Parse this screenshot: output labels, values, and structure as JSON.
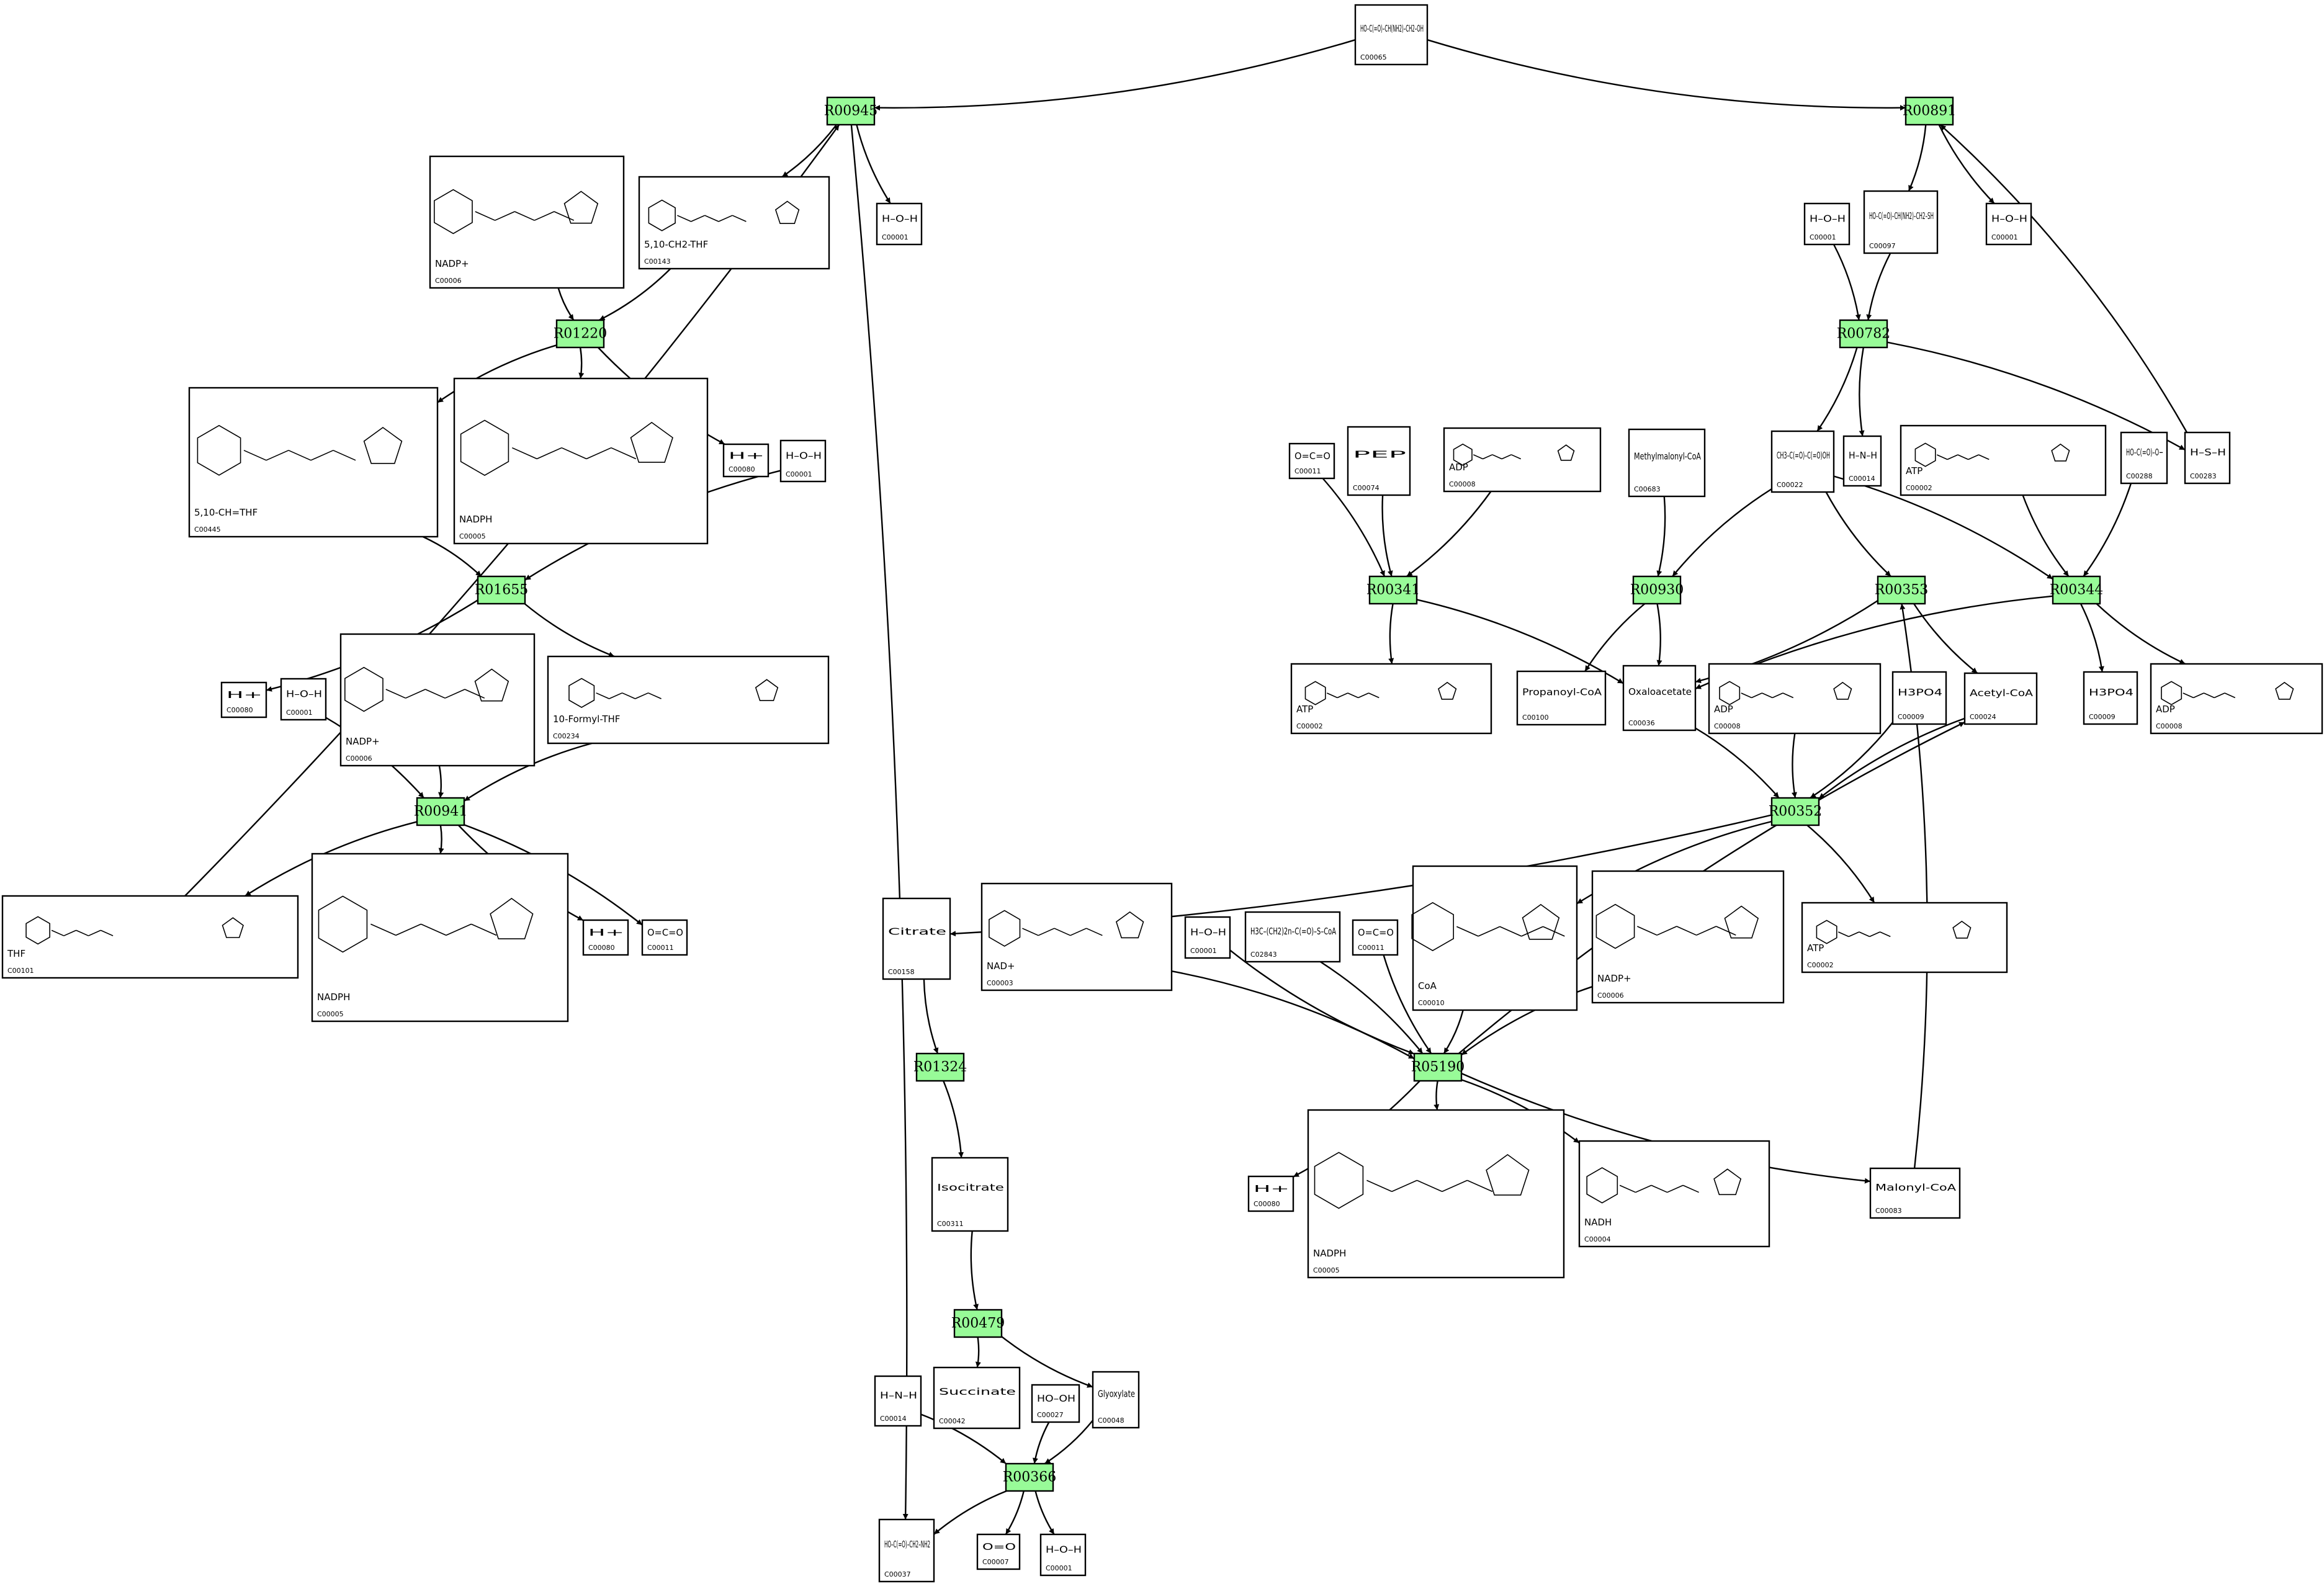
{
  "reactions": [
    {
      "id": "R00945",
      "label": "R00945"
    },
    {
      "id": "R00891",
      "label": "R00891"
    },
    {
      "id": "R01220",
      "label": "R01220"
    },
    {
      "id": "R00782",
      "label": "R00782"
    },
    {
      "id": "R01655",
      "label": "R01655"
    },
    {
      "id": "R00341",
      "label": "R00341"
    },
    {
      "id": "R00930",
      "label": "R00930"
    },
    {
      "id": "R00353",
      "label": "R00353"
    },
    {
      "id": "R00344",
      "label": "R00344"
    },
    {
      "id": "R00941",
      "label": "R00941"
    },
    {
      "id": "R00352",
      "label": "R00352"
    },
    {
      "id": "R01324",
      "label": "R01324"
    },
    {
      "id": "R05190",
      "label": "R05190"
    },
    {
      "id": "R00479",
      "label": "R00479"
    },
    {
      "id": "R00366",
      "label": "R00366"
    }
  ],
  "compounds": [
    {
      "key": "n_C00065",
      "id": "C00065",
      "formula": "HO–C(=O)–CH(NH2)–CH2–OH"
    },
    {
      "key": "n_C00001_a",
      "id": "C00001",
      "formula": "H–O–H"
    },
    {
      "key": "n_C00006_a",
      "id": "C00006",
      "formula": "NADP+"
    },
    {
      "key": "n_C00143",
      "id": "C00143",
      "formula": "5,10-CH2-THF"
    },
    {
      "key": "n_C00001_b",
      "id": "C00001",
      "formula": "H–O–H"
    },
    {
      "key": "n_C00097",
      "id": "C00097",
      "formula": "HO–C(=O)–CH(NH2)–CH2–SH"
    },
    {
      "key": "n_C00001_c",
      "id": "C00001",
      "formula": "H–O–H"
    },
    {
      "key": "n_C00445",
      "id": "C00445",
      "formula": "5,10-CH=THF"
    },
    {
      "key": "n_C00005_a",
      "id": "C00005",
      "formula": "NADPH"
    },
    {
      "key": "n_C00080_a",
      "id": "C00080",
      "formula": "H+"
    },
    {
      "key": "n_C00001_d",
      "id": "C00001",
      "formula": "H–O–H"
    },
    {
      "key": "n_C00011_a",
      "id": "C00011",
      "formula": "O=C=O"
    },
    {
      "key": "n_C00074",
      "id": "C00074",
      "formula": "PEP"
    },
    {
      "key": "n_C00008_a",
      "id": "C00008",
      "formula": "ADP"
    },
    {
      "key": "n_C00683",
      "id": "C00683",
      "formula": "Methylmalonyl-CoA"
    },
    {
      "key": "n_C00022",
      "id": "C00022",
      "formula": "CH3–C(=O)–C(=O)OH"
    },
    {
      "key": "n_C00014_a",
      "id": "C00014",
      "formula": "H–N–H"
    },
    {
      "key": "n_C00002_a",
      "id": "C00002",
      "formula": "ATP"
    },
    {
      "key": "n_C00288",
      "id": "C00288",
      "formula": "HO–C(=O)–O−"
    },
    {
      "key": "n_C00283",
      "id": "C00283",
      "formula": "H–S–H"
    },
    {
      "key": "n_C00080_b",
      "id": "C00080",
      "formula": "H+"
    },
    {
      "key": "n_C00001_e",
      "id": "C00001",
      "formula": "H–O–H"
    },
    {
      "key": "n_C00006_b",
      "id": "C00006",
      "formula": "NADP+"
    },
    {
      "key": "n_C00234",
      "id": "C00234",
      "formula": "10-Formyl-THF"
    },
    {
      "key": "n_C00002_b",
      "id": "C00002",
      "formula": "ATP"
    },
    {
      "key": "n_C00100",
      "id": "C00100",
      "formula": "Propanoyl-CoA"
    },
    {
      "key": "n_C00036",
      "id": "C00036",
      "formula": "Oxaloacetate"
    },
    {
      "key": "n_C00008_b",
      "id": "C00008",
      "formula": "ADP"
    },
    {
      "key": "n_C00009_a",
      "id": "C00009",
      "formula": "H3PO4"
    },
    {
      "key": "n_C00024",
      "id": "C00024",
      "formula": "Acetyl-CoA"
    },
    {
      "key": "n_C00009_b",
      "id": "C00009",
      "formula": "H3PO4"
    },
    {
      "key": "n_C00008_c",
      "id": "C00008",
      "formula": "ADP"
    },
    {
      "key": "n_C00101",
      "id": "C00101",
      "formula": "THF"
    },
    {
      "key": "n_C00005_b",
      "id": "C00005",
      "formula": "NADPH"
    },
    {
      "key": "n_C00080_c",
      "id": "C00080",
      "formula": "H+"
    },
    {
      "key": "n_C00011_b",
      "id": "C00011",
      "formula": "O=C=O"
    },
    {
      "key": "n_C00158",
      "id": "C00158",
      "formula": "Citrate"
    },
    {
      "key": "n_C00003",
      "id": "C00003",
      "formula": "NAD+"
    },
    {
      "key": "n_C00001_f",
      "id": "C00001",
      "formula": "H–O–H"
    },
    {
      "key": "n_C02843",
      "id": "C02843",
      "formula": "H3C–(CH2)2n–C(=O)–S–CoA"
    },
    {
      "key": "n_C00011_c",
      "id": "C00011",
      "formula": "O=C=O"
    },
    {
      "key": "n_C00010",
      "id": "C00010",
      "formula": "CoA"
    },
    {
      "key": "n_C00006_c",
      "id": "C00006",
      "formula": "NADP+"
    },
    {
      "key": "n_C00002_c",
      "id": "C00002",
      "formula": "ATP"
    },
    {
      "key": "n_C00311",
      "id": "C00311",
      "formula": "Isocitrate"
    },
    {
      "key": "n_C00080_d",
      "id": "C00080",
      "formula": "H+"
    },
    {
      "key": "n_C00005_c",
      "id": "C00005",
      "formula": "NADPH"
    },
    {
      "key": "n_C00004",
      "id": "C00004",
      "formula": "NADH"
    },
    {
      "key": "n_C00083",
      "id": "C00083",
      "formula": "Malonyl-CoA"
    },
    {
      "key": "n_C00014_b",
      "id": "C00014",
      "formula": "H–N–H"
    },
    {
      "key": "n_C00042",
      "id": "C00042",
      "formula": "Succinate"
    },
    {
      "key": "n_C00027",
      "id": "C00027",
      "formula": "HO–OH"
    },
    {
      "key": "n_C00048",
      "id": "C00048",
      "formula": "Glyoxylate"
    },
    {
      "key": "n_C00037",
      "id": "C00037",
      "formula": "HO–C(=O)–CH2–NH2"
    },
    {
      "key": "n_C00007",
      "id": "C00007",
      "formula": "O=O"
    },
    {
      "key": "n_C00001_g",
      "id": "C00001",
      "formula": "H–O–H"
    }
  ],
  "edges": [
    [
      "n_C00065",
      "R00945"
    ],
    [
      "n_C00065",
      "R00891"
    ],
    [
      "R00945",
      "n_C00143"
    ],
    [
      "R00945",
      "n_C00001_a"
    ],
    [
      "R00945",
      "n_C00037"
    ],
    [
      "n_C00006_a",
      "R01220"
    ],
    [
      "n_C00143",
      "R01220"
    ],
    [
      "R01220",
      "n_C00445"
    ],
    [
      "R01220",
      "n_C00005_a"
    ],
    [
      "R01220",
      "n_C00080_a"
    ],
    [
      "n_C00445",
      "R01655"
    ],
    [
      "n_C00001_d",
      "R01655"
    ],
    [
      "R01655",
      "n_C00080_b"
    ],
    [
      "R01655",
      "n_C00234"
    ],
    [
      "n_C00006_b",
      "R00941"
    ],
    [
      "n_C00234",
      "R00941"
    ],
    [
      "n_C00001_e",
      "R00941"
    ],
    [
      "R00941",
      "n_C00101"
    ],
    [
      "R00941",
      "n_C00005_b"
    ],
    [
      "R00941",
      "n_C00080_c"
    ],
    [
      "R00941",
      "n_C00011_b"
    ],
    [
      "n_C00101",
      "R00945"
    ],
    [
      "R00891",
      "n_C00097"
    ],
    [
      "R00891",
      "n_C00001_c"
    ],
    [
      "n_C00001_b",
      "R00782"
    ],
    [
      "n_C00097",
      "R00782"
    ],
    [
      "R00782",
      "n_C00022"
    ],
    [
      "R00782",
      "n_C00014_a"
    ],
    [
      "R00782",
      "n_C00283"
    ],
    [
      "n_C00283",
      "R00891"
    ],
    [
      "n_C00011_a",
      "R00341"
    ],
    [
      "n_C00074",
      "R00341"
    ],
    [
      "n_C00008_a",
      "R00341"
    ],
    [
      "R00341",
      "n_C00002_b"
    ],
    [
      "R00341",
      "n_C00036"
    ],
    [
      "n_C00022",
      "R00930"
    ],
    [
      "n_C00683",
      "R00930"
    ],
    [
      "R00930",
      "n_C00100"
    ],
    [
      "R00930",
      "n_C00036"
    ],
    [
      "n_C00022",
      "R00353"
    ],
    [
      "R00353",
      "n_C00036"
    ],
    [
      "R00353",
      "n_C00024"
    ],
    [
      "n_C00022",
      "R00344"
    ],
    [
      "n_C00002_a",
      "R00344"
    ],
    [
      "n_C00288",
      "R00344"
    ],
    [
      "R00344",
      "n_C00036"
    ],
    [
      "R00344",
      "n_C00009_b"
    ],
    [
      "R00344",
      "n_C00008_c"
    ],
    [
      "n_C00036",
      "R00352"
    ],
    [
      "n_C00008_b",
      "R00352"
    ],
    [
      "n_C00009_a",
      "R00352"
    ],
    [
      "n_C00024",
      "R00352"
    ],
    [
      "R00352",
      "n_C00158"
    ],
    [
      "R00352",
      "n_C00010"
    ],
    [
      "R00352",
      "n_C00002_c"
    ],
    [
      "n_C00158",
      "R01324"
    ],
    [
      "R01324",
      "n_C00311"
    ],
    [
      "n_C00311",
      "R00479"
    ],
    [
      "R00479",
      "n_C00042"
    ],
    [
      "R00479",
      "n_C00048"
    ],
    [
      "n_C00003",
      "R05190"
    ],
    [
      "n_C00001_f",
      "R05190"
    ],
    [
      "n_C02843",
      "R05190"
    ],
    [
      "n_C00011_c",
      "R05190"
    ],
    [
      "n_C00010",
      "R05190"
    ],
    [
      "n_C00006_c",
      "R05190"
    ],
    [
      "R05190",
      "n_C00080_d"
    ],
    [
      "R05190",
      "n_C00005_c"
    ],
    [
      "R05190",
      "n_C00004"
    ],
    [
      "R05190",
      "n_C00083"
    ],
    [
      "R05190",
      "n_C00024"
    ],
    [
      "n_C00083",
      "R00353"
    ],
    [
      "n_C00014_b",
      "R00366"
    ],
    [
      "n_C00027",
      "R00366"
    ],
    [
      "n_C00048",
      "R00366"
    ],
    [
      "R00366",
      "n_C00037"
    ],
    [
      "R00366",
      "n_C00007"
    ],
    [
      "R00366",
      "n_C00001_g"
    ]
  ]
}
